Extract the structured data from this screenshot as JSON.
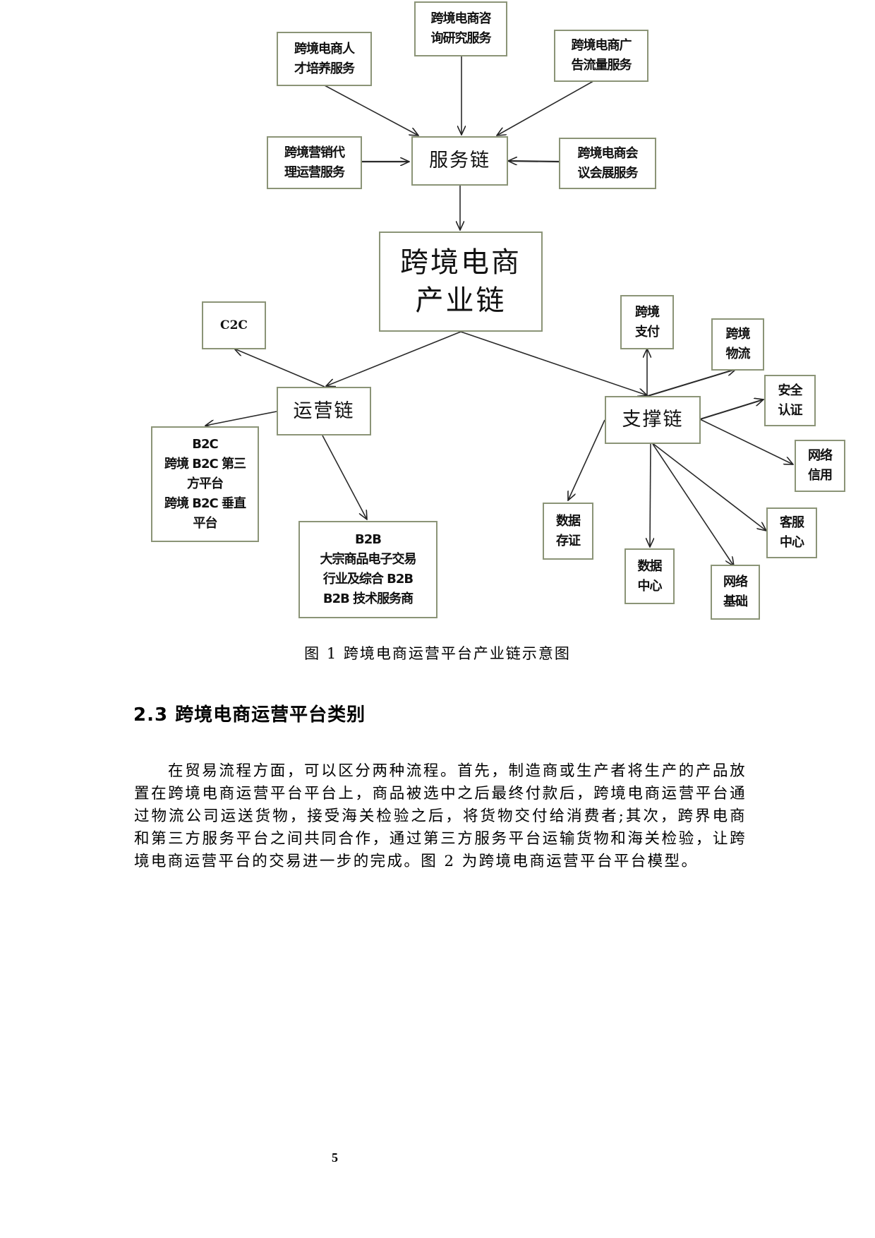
{
  "figure": {
    "title": "跨境电商运营平台产业链示意图",
    "nodes": {
      "talent": [
        "跨境电商人",
        "才培养服务"
      ],
      "consulting": [
        "跨境电商咨",
        "询研究服务"
      ],
      "advertising": [
        "跨境电商广",
        "告流量服务"
      ],
      "marketing": [
        "跨境营销代",
        "理运营服务"
      ],
      "service_chain": [
        "服务链"
      ],
      "exhibition": [
        "跨境电商会",
        "议会展服务"
      ],
      "industry_chain": [
        "跨境电商",
        "产业链"
      ],
      "c2c": [
        "C2C"
      ],
      "operation_chain": [
        "运营链"
      ],
      "b2c": [
        "B2C",
        "跨境 B2C 第三",
        "方平台",
        "跨境 B2C 垂直",
        "平台"
      ],
      "b2b": [
        "B2B",
        "大宗商品电子交易",
        "行业及综合 B2B",
        "B2B 技术服务商"
      ],
      "support_chain": [
        "支撑链"
      ],
      "payment": [
        "跨境",
        "支付"
      ],
      "logistics": [
        "跨境",
        "物流"
      ],
      "security": [
        "安全",
        "认证"
      ],
      "credit": [
        "网络",
        "信用"
      ],
      "customer_service": [
        "客服",
        "中心"
      ],
      "data_evidence": [
        "数据",
        "存证"
      ],
      "data_center": [
        "数据",
        "中心"
      ],
      "network_infra": [
        "网络",
        "基础"
      ]
    },
    "edges": [
      [
        "talent",
        "service_chain"
      ],
      [
        "consulting",
        "service_chain"
      ],
      [
        "advertising",
        "service_chain"
      ],
      [
        "marketing",
        "service_chain"
      ],
      [
        "exhibition",
        "service_chain"
      ],
      [
        "service_chain",
        "industry_chain"
      ],
      [
        "industry_chain",
        "operation_chain"
      ],
      [
        "industry_chain",
        "support_chain"
      ],
      [
        "operation_chain",
        "c2c"
      ],
      [
        "operation_chain",
        "b2c"
      ],
      [
        "operation_chain",
        "b2b"
      ],
      [
        "support_chain",
        "payment"
      ],
      [
        "support_chain",
        "logistics"
      ],
      [
        "support_chain",
        "security"
      ],
      [
        "support_chain",
        "credit"
      ],
      [
        "support_chain",
        "customer_service"
      ],
      [
        "support_chain",
        "data_evidence"
      ],
      [
        "support_chain",
        "data_center"
      ],
      [
        "support_chain",
        "network_infra"
      ]
    ]
  },
  "caption": "图 1  跨境电商运营平台产业链示意图",
  "section": {
    "heading": "2.3 跨境电商运营平台类别",
    "paragraph": "在贸易流程方面，可以区分两种流程。首先，制造商或生产者将生产的产品放置在跨境电商运营平台平台上，商品被选中之后最终付款后，跨境电商运营平台通过物流公司运送货物，接受海关检验之后，将货物交付给消费者;其次，跨界电商和第三方服务平台之间共同合作，通过第三方服务平台运输货物和海关检验，让跨境电商运营平台的交易进一步的完成。图 2 为跨境电商运营平台平台模型。"
  },
  "page_number": "5"
}
